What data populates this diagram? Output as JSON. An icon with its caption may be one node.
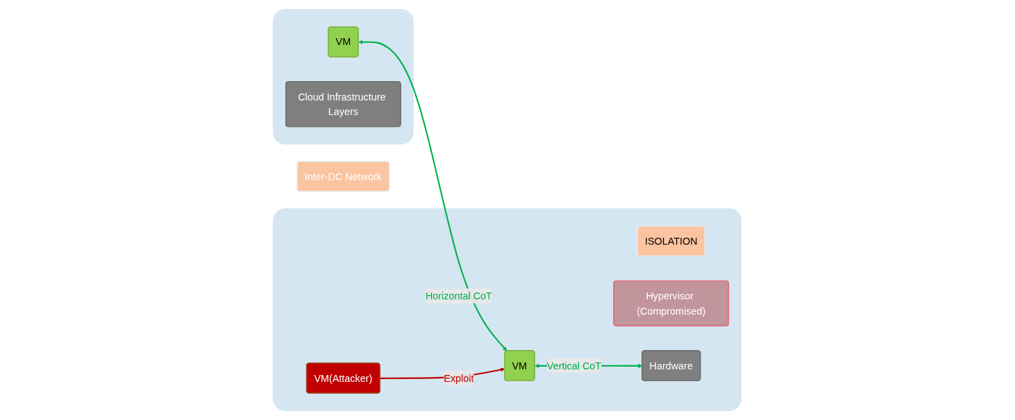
{
  "diagram": {
    "nodes": [
      {
        "text": [],
        "shape": "box"
      },
      {
        "text": [
          "VM"
        ],
        "in": 0
      },
      {
        "text": [
          "Cloud Infrastructure Layers"
        ],
        "in": 0
      },
      {
        "text": [
          "Inter-DC Network"
        ]
      },
      {
        "text": [],
        "shape": "box"
      },
      {
        "text": [
          "VM"
        ],
        "in": 4
      },
      {
        "text": [
          "ISOLATION"
        ],
        "in": 4
      },
      {
        "text": [
          "VM(Attacker)"
        ],
        "in": 4
      },
      {
        "text": [
          "Hypervisor (Compromised)"
        ],
        "in": 4
      },
      {
        "text": [
          "Hardware"
        ],
        "in": 4
      }
    ],
    "edges": [
      {
        "from": 1,
        "to": 5,
        "arrow": "both",
        "label": "Horizontal CoT",
        "color": "#00b050"
      },
      {
        "from": 5,
        "to": 9,
        "arrow": "both",
        "label": "Vertical CoT",
        "color": "#00b050"
      },
      {
        "from": 7,
        "to": 5,
        "arrow": "to",
        "label": "Exploit",
        "color": "#c00000"
      }
    ]
  }
}
